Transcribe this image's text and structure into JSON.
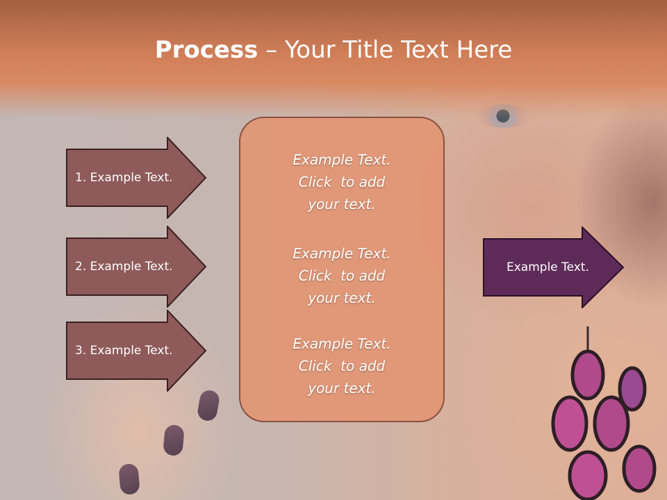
{
  "title": {
    "bold": "Process",
    "rest": " – Your Title Text Here"
  },
  "left_steps": [
    {
      "label": "1. Example Text."
    },
    {
      "label": "2. Example Text."
    },
    {
      "label": "3. Example Text."
    }
  ],
  "center_blocks": [
    {
      "lines": [
        "Example Text.",
        "Click  to add",
        "your text."
      ]
    },
    {
      "lines": [
        "Example Text.",
        "Click  to add",
        "your text."
      ]
    },
    {
      "lines": [
        "Example Text.",
        "Click  to add",
        "your text."
      ]
    }
  ],
  "output": {
    "label": "Example Text."
  },
  "colors": {
    "header": "#d07e58",
    "left_arrow_fill": "#8e5a5a",
    "left_arrow_stroke": "#3a2020",
    "center_box_fill": "#e29472",
    "output_arrow_fill": "#5e2b58"
  }
}
